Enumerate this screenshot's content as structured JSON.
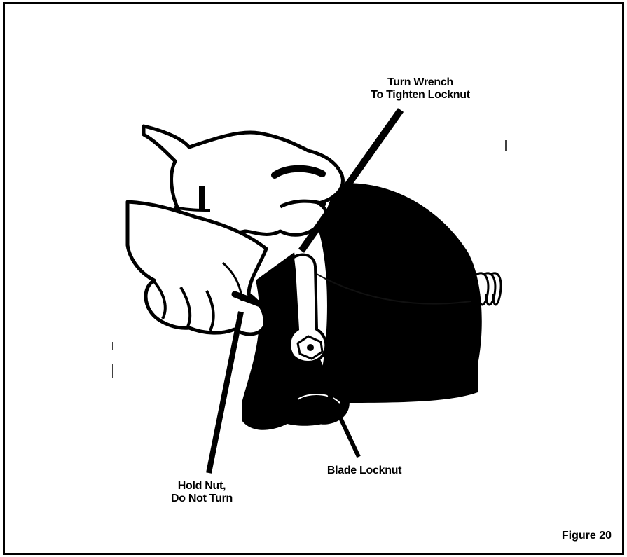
{
  "labels": {
    "turn_wrench_line1": "Turn Wrench",
    "turn_wrench_line2": "To Tighten Locknut",
    "hold_nut_line1": "Hold Nut,",
    "hold_nut_line2": "Do Not Turn",
    "blade_locknut": "Blade Locknut"
  },
  "figure_label": "Figure 20"
}
